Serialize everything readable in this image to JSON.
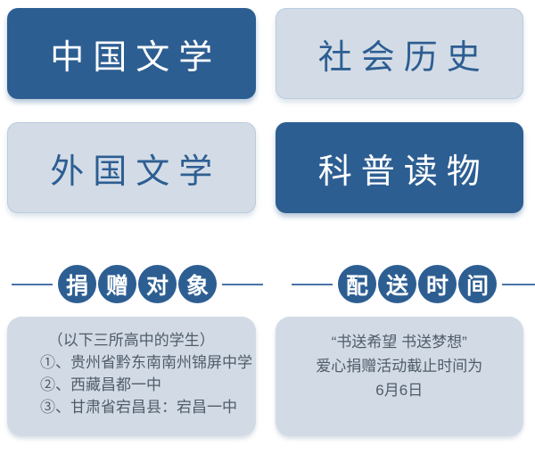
{
  "colors": {
    "dark_blue": "#2d5e92",
    "light_button_fill": "#d3dce6",
    "light_button_border": "#b9cbde",
    "info_box_fill": "#d2dbe5",
    "divider_line": "#4a74a8",
    "info_text": "#505c6b",
    "button_text_on_dark": "#ffffff"
  },
  "categories": {
    "items": [
      {
        "label": "中国文学"
      },
      {
        "label": "社会历史"
      },
      {
        "label": "外国文学"
      },
      {
        "label": "科普读物"
      }
    ]
  },
  "donation_section": {
    "heading": "捐赠对象",
    "heading_chars": [
      "捐",
      "赠",
      "对",
      "象"
    ],
    "note": "（以下三所高中的学生）",
    "schools": [
      "①、贵州省黔东南南州锦屏中学",
      "②、西藏昌都一中",
      "③、甘肃省宕昌县：宕昌一中"
    ]
  },
  "delivery_section": {
    "heading": "配送时间",
    "heading_chars": [
      "配",
      "送",
      "时",
      "间"
    ],
    "lines": [
      "“书送希望 书送梦想”",
      "爱心捐赠活动截止时间为",
      "6月6日"
    ]
  }
}
